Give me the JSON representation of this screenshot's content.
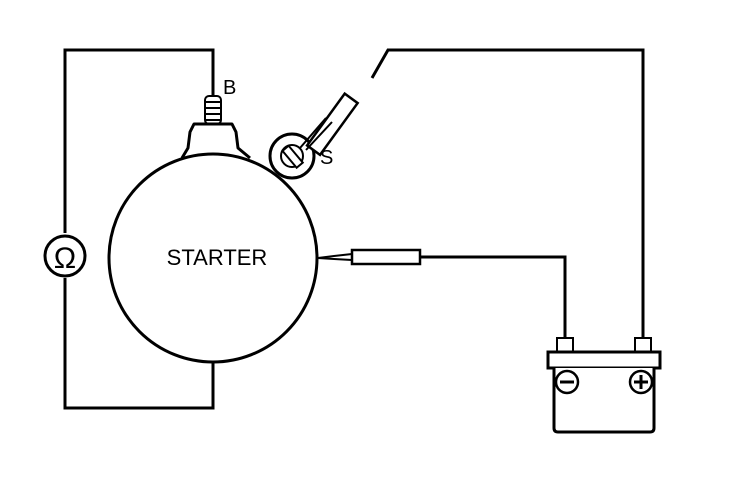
{
  "diagram": {
    "starter_label": "STARTER",
    "terminal_b_label": "B",
    "terminal_s_label": "S",
    "ohmmeter_symbol": "Ω",
    "battery": {
      "negative_symbol": "−",
      "positive_symbol": "+"
    }
  },
  "colors": {
    "line": "#000000",
    "background": "#ffffff"
  }
}
